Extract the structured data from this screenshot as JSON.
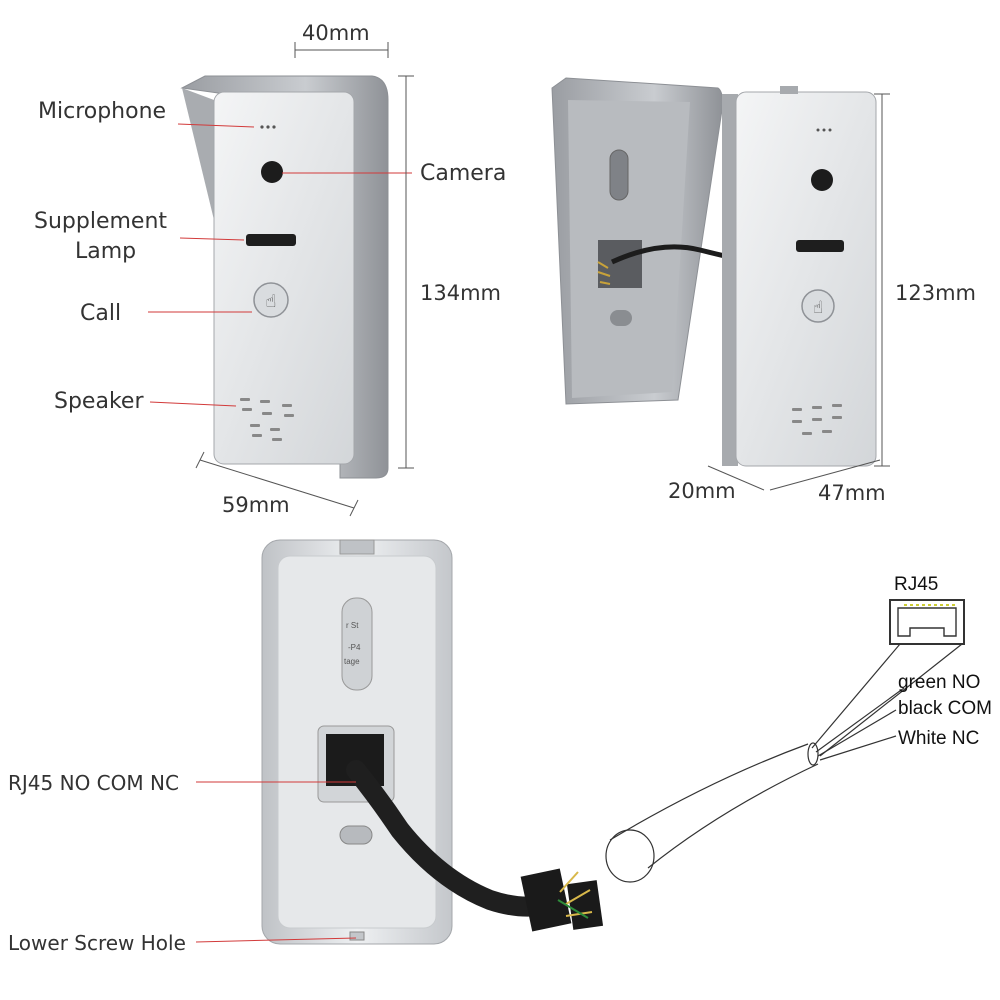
{
  "labels": {
    "microphone": "Microphone",
    "camera": "Camera",
    "supplement_lamp_line1": "Supplement",
    "supplement_lamp_line2": "Lamp",
    "call": "Call",
    "speaker": "Speaker",
    "rj45_no_com_nc": "RJ45 NO COM NC",
    "lower_screw_hole": "Lower Screw Hole"
  },
  "dimensions": {
    "cover_width": "40mm",
    "cover_height": "134mm",
    "cover_depth": "59mm",
    "unit_height": "123mm",
    "unit_depth": "20mm",
    "unit_width": "47mm"
  },
  "wiring": {
    "connector": "RJ45",
    "wires": [
      "green NO",
      "black COM",
      "White NC"
    ]
  },
  "colors": {
    "annotation_line": "#d23a3a",
    "dimension_line": "#555555",
    "panel_silver": "#d9dbde",
    "panel_dark": "#1c1c1c"
  }
}
